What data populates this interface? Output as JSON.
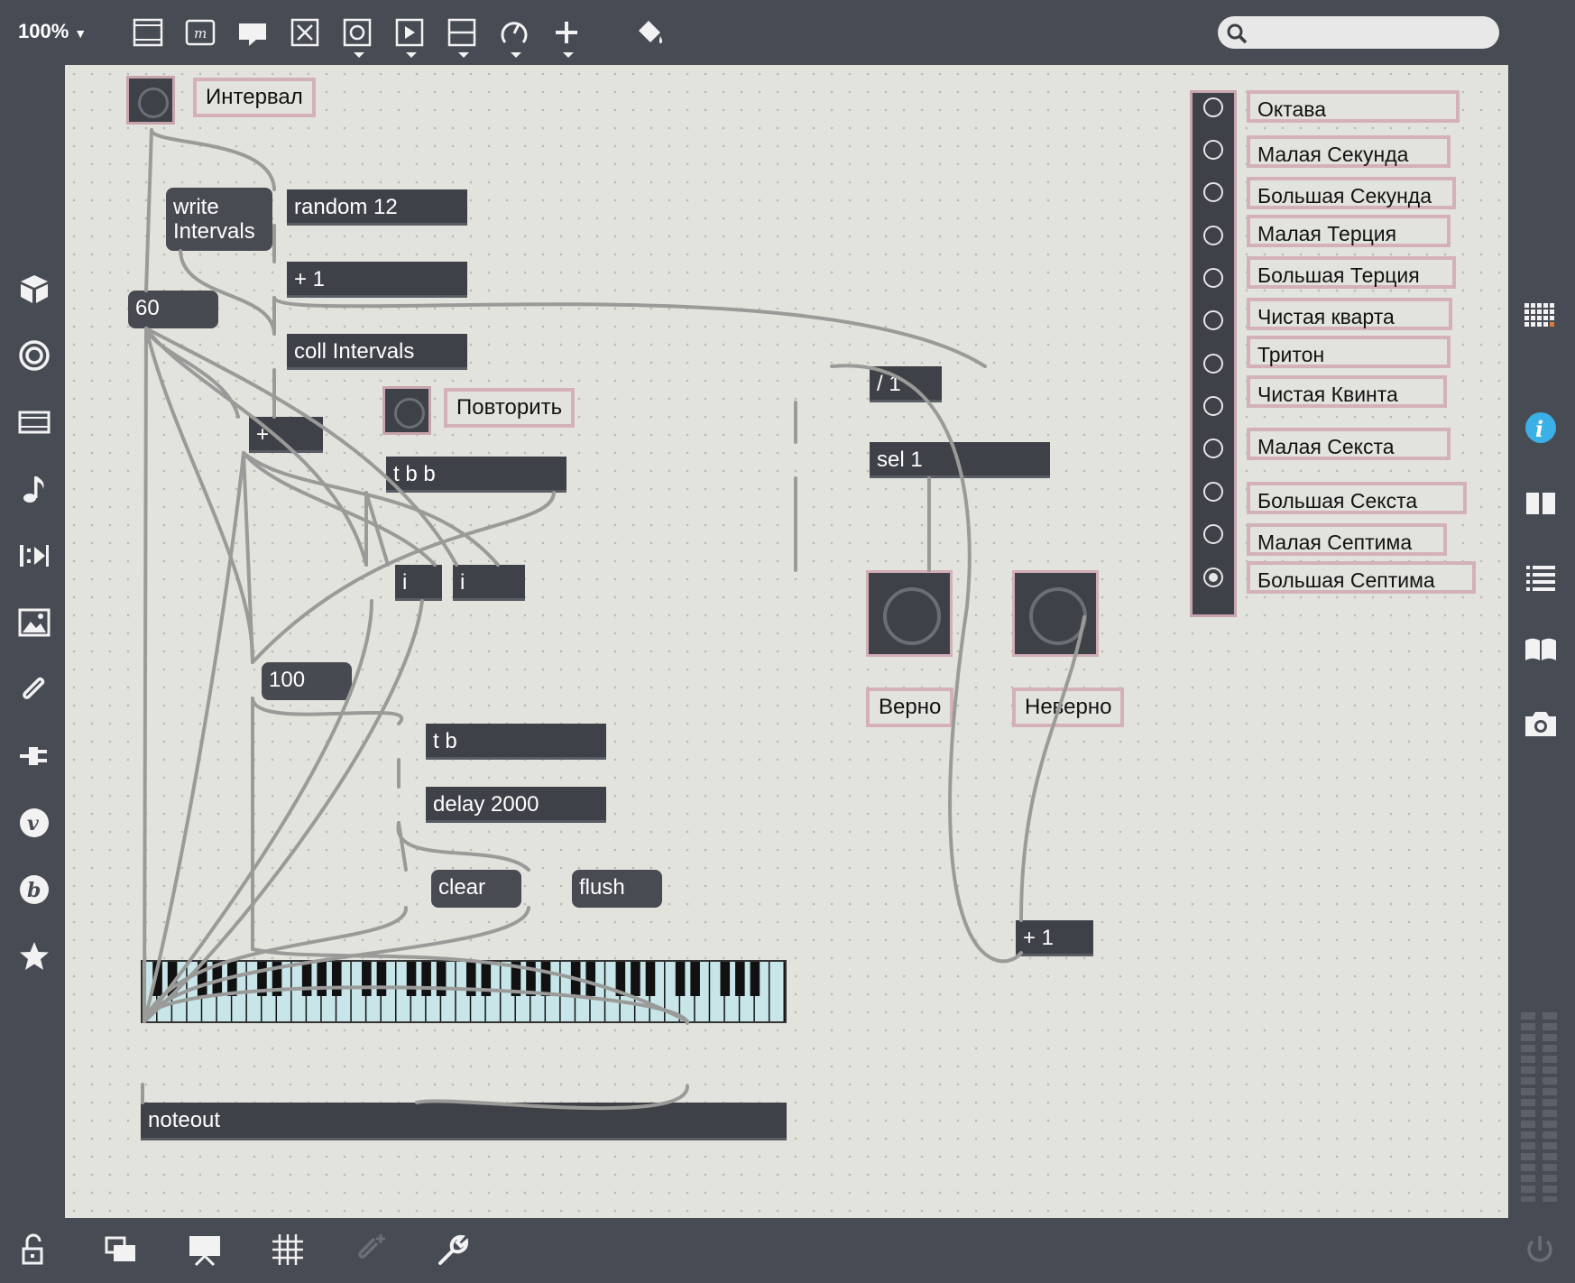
{
  "toolbar": {
    "zoom": "100%",
    "icons": [
      "presentation-icon",
      "message-box-icon",
      "comment-icon",
      "toggle-x-icon",
      "bang-icon",
      "play-button-icon",
      "slider-icon",
      "dial-icon",
      "add-object-icon",
      "paint-bucket-icon"
    ]
  },
  "search": {
    "value": "",
    "placeholder": ""
  },
  "patch": {
    "interval_label": "Интервал",
    "repeat_label": "Повторить",
    "write_msg": "write\nIntervals",
    "random_obj": "random 12",
    "plus1_obj": "+ 1",
    "coll_obj": "coll Intervals",
    "plus_obj": "+",
    "num60": "60",
    "tbb_obj": "t b b",
    "i1_obj": "i",
    "i2_obj": "i",
    "num100": "100",
    "tb_obj": "t b",
    "delay_obj": "delay 2000",
    "clear_msg": "clear",
    "flush_msg": "flush",
    "noteout_obj": "noteout",
    "div_obj": "/ 1",
    "sel_obj": "sel 1",
    "correct_label": "Верно",
    "wrong_label": "Неверно",
    "plus1b_obj": "+ 1"
  },
  "radio_group": {
    "selected": 11,
    "items": [
      "Октава",
      "Малая Секунда",
      "Большая Секунда",
      "Малая Терция",
      "Большая Терция",
      "Чистая кварта",
      "Тритон",
      "Чистая Квинта",
      "Малая Секста",
      "Большая Секста",
      "Малая Септима",
      "Большая Септима"
    ]
  },
  "colors": {
    "background": "#474b53",
    "canvas": "#e3e3dd",
    "object": "#3e4147",
    "comment_border": "#d4b1b9",
    "patch_cord": "#9a9b98",
    "inlet": "#d69aa4",
    "outlet": "#d8d060",
    "keyboard_white": "#c8e6ea"
  },
  "left_sidebar_icons": [
    "package-icon",
    "circle-target-icon",
    "film-icon",
    "music-note-icon",
    "step-icon",
    "image-icon",
    "paperclip-icon",
    "plug-icon",
    "v-icon",
    "b-icon",
    "star-icon"
  ],
  "right_sidebar_icons": [
    "grid-icon",
    "info-icon",
    "book-open-icon",
    "list-icon",
    "reference-icon",
    "camera-icon"
  ],
  "bottom_icons": [
    "lock-icon",
    "windows-icon",
    "presentation-mode-icon",
    "grid-snap-icon",
    "new-object-icon",
    "wrench-icon"
  ]
}
